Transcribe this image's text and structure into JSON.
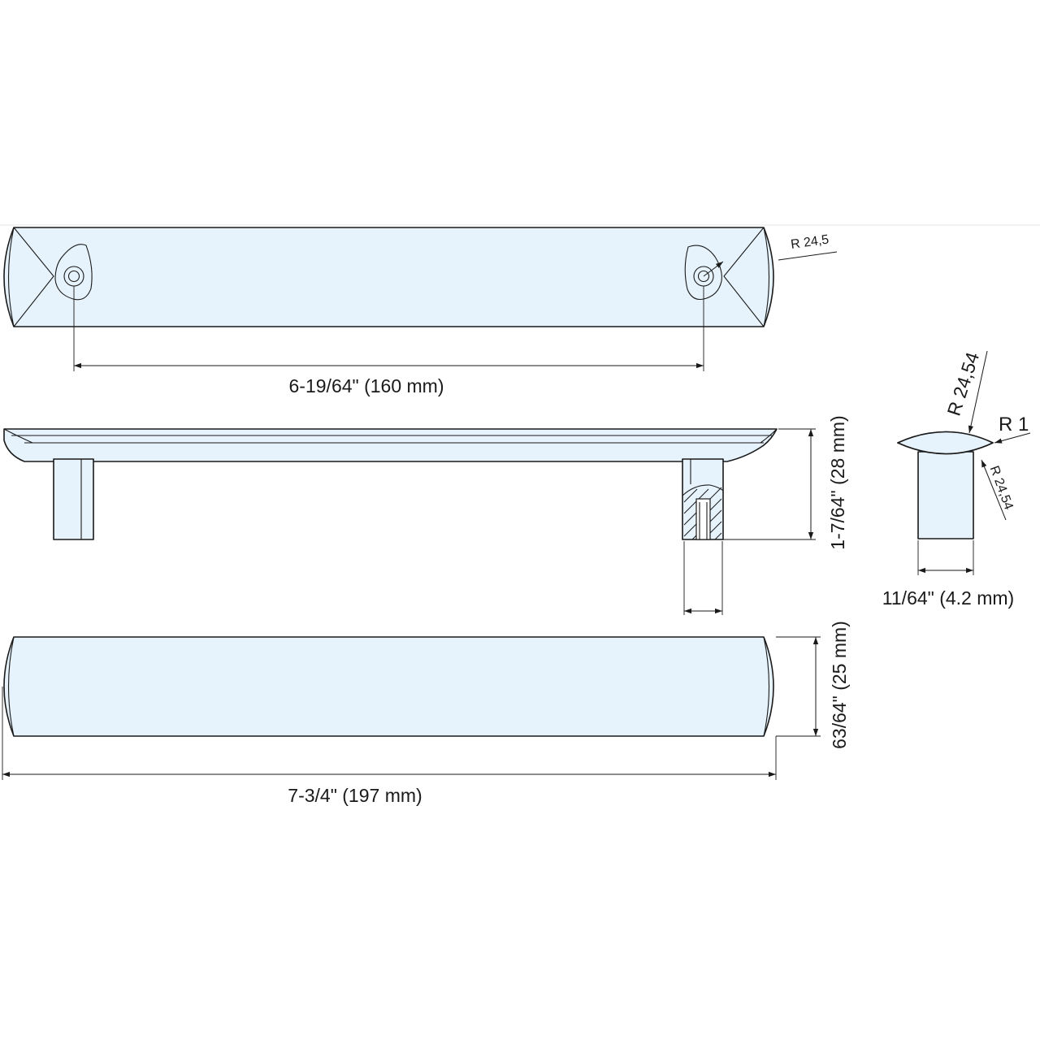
{
  "drawing": {
    "dimensions": {
      "hole_spacing": "6-19/64\" (160 mm)",
      "height": "1-7/64\" (28 mm)",
      "width": "63/64\" (25 mm)",
      "overall_length": "7-3/4\" (197 mm)",
      "leg_thickness": "11/64\" (4.2 mm)"
    },
    "radii": {
      "end_radius": "R 24,5",
      "top_radius": "R 24,54",
      "side_radius": "R 24,54",
      "edge_radius": "R 1"
    },
    "colors": {
      "part_fill": "#e6f3fc",
      "line": "#1a1a1a"
    }
  }
}
